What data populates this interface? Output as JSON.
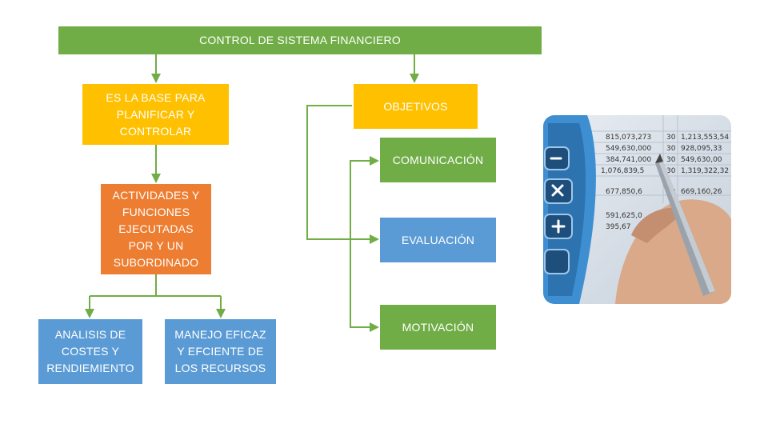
{
  "title": "CONTROL DE SISTEMA FINANCIERO",
  "left_branch": {
    "base": "ES LA BASE PARA\nPLANIFICAR Y\nCONTROLAR",
    "activities": "ACTIVIDADES Y\nFUNCIONES\nEJECUTADAS\nPOR Y UN\nSUBORDINADO",
    "analysis": "ANALISIS DE\nCOSTES Y\nRENDIEMIENTO",
    "management": "MANEJO EFICAZ\nY EFCIENTE DE\nLOS RECURSOS"
  },
  "right_branch": {
    "objectives": "OBJETIVOS",
    "items": [
      "COMUNICACIÓN",
      "EVALUACIÓN",
      "MOTIVACIÓN"
    ]
  },
  "photo": {
    "description_icon": "calculator-pen-spreadsheet-photo",
    "numbers_col1": [
      "815,073,273",
      "549,630,000",
      "384,741,000",
      "1,076,839,5",
      "677,850,6",
      "591,625,0",
      "395,67"
    ],
    "numbers_col2": [
      "30",
      "30",
      "30",
      "30",
      "30"
    ],
    "numbers_col3": [
      "1,213,553,54",
      "928,095,33",
      "549,630,00",
      "1,319,322,32",
      "669,160,26"
    ]
  },
  "colors": {
    "green": "#70ad47",
    "yellow": "#ffc000",
    "orange": "#ed7d31",
    "blue": "#5b9bd5"
  }
}
